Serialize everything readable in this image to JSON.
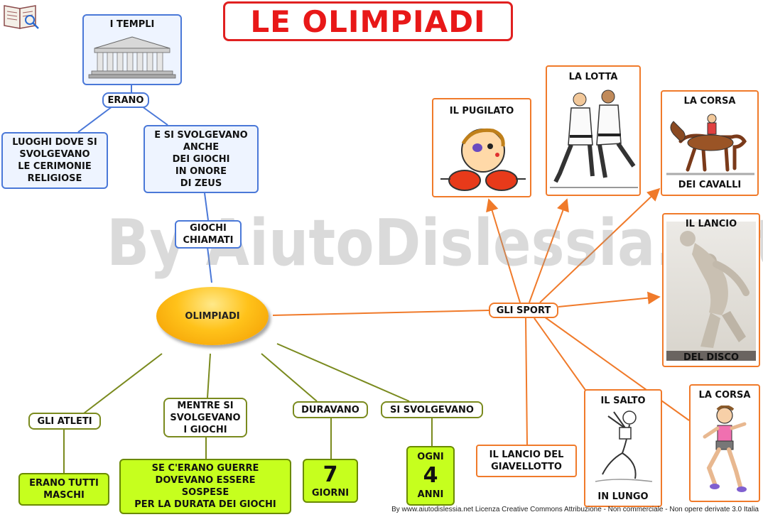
{
  "title": "LE OLIMPIADI",
  "watermark": "By AiutoDislessia.net",
  "footer": "By www.aiutodislessia.net Licenza Creative Commons Attribuzione - Non commerciale - Non opere derivate 3.0 Italia",
  "center": "OLIMPIADI",
  "templi": {
    "title": "I TEMPLI",
    "erano": "ERANO",
    "luoghi": [
      "LUOGHI DOVE SI",
      "SVOLGEVANO",
      "LE CERIMONIE",
      "RELIGIOSE"
    ],
    "giochi_zeus": [
      "E SI SVOLGEVANO",
      "ANCHE",
      "DEI GIOCHI",
      "IN ONORE",
      "DI ZEUS"
    ],
    "chiamati": [
      "GIOCHI",
      "CHIAMATI"
    ]
  },
  "bottom": {
    "atleti": "GLI ATLETI",
    "maschi": [
      "ERANO TUTTI",
      "MASCHI"
    ],
    "mentre": [
      "MENTRE SI",
      "SVOLGEVANO",
      "I GIOCHI"
    ],
    "guerre": [
      "SE C'ERANO GUERRE",
      "DOVEVANO ESSERE",
      "SOSPESE",
      "PER LA DURATA DEI GIOCHI"
    ],
    "duravano": "DURAVANO",
    "giorni_num": "7",
    "giorni": "GIORNI",
    "svolgevano": "SI SVOLGEVANO",
    "ogni": "OGNI",
    "anni_num": "4",
    "anni": "ANNI"
  },
  "sports": {
    "hub": "GLI SPORT",
    "pugilato": "IL PUGILATO",
    "lotta": "LA LOTTA",
    "corsa_cavalli_top": "LA CORSA",
    "corsa_cavalli_bottom": "DEI CAVALLI",
    "lancio_disco_top": "IL LANCIO",
    "lancio_disco_bottom": "DEL DISCO",
    "giavellotto": [
      "IL LANCIO DEL",
      "GIAVELLOTTO"
    ],
    "salto_top": "IL SALTO",
    "salto_bottom": "IN LUNGO",
    "corsa": "LA CORSA"
  },
  "colors": {
    "title": "#e81818",
    "blue": "#4a78d8",
    "olive": "#7a8a1e",
    "green_fill": "#c6ff1e",
    "orange": "#f07a2a"
  }
}
